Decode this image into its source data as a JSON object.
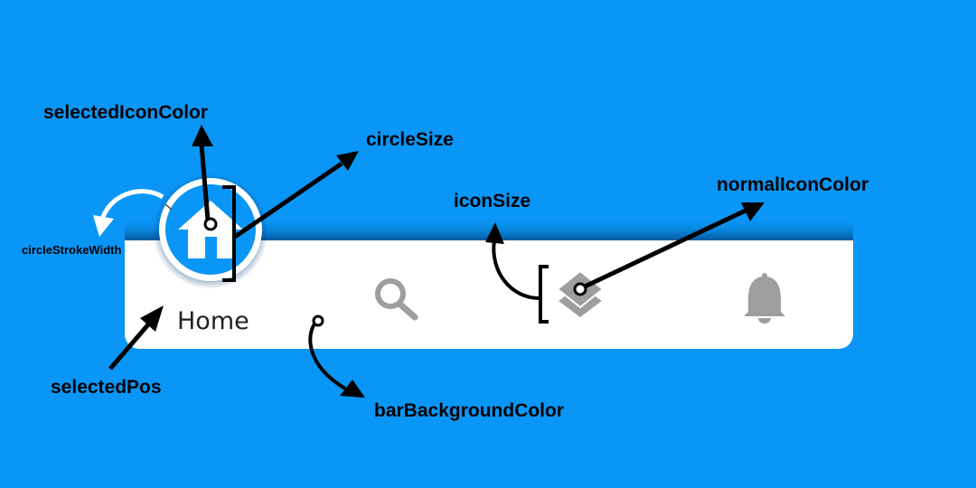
{
  "colors": {
    "background": "#0A96F7",
    "bar_background": "#FFFFFF",
    "selected_circle": "#0A96F7",
    "selected_icon": "#FFFFFF",
    "normal_icon": "#9E9E9E",
    "annotation": "#000000"
  },
  "bar": {
    "selected_label": "Home",
    "items": [
      {
        "icon": "home-icon",
        "selected": true
      },
      {
        "icon": "search-icon",
        "selected": false
      },
      {
        "icon": "layers-icon",
        "selected": false
      },
      {
        "icon": "bell-icon",
        "selected": false
      }
    ]
  },
  "annotations": {
    "selected_icon_color": "selectedIconColor",
    "circle_size": "circleSize",
    "circle_stroke_width": "circleStrokeWidth",
    "icon_size": "iconSize",
    "normal_icon_color": "normalIconColor",
    "selected_pos": "selectedPos",
    "bar_background_color": "barBackgroundColor"
  }
}
